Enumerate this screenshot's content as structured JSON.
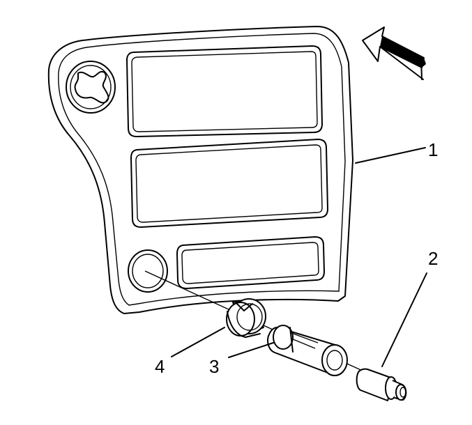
{
  "callouts": {
    "c1": "1",
    "c2": "2",
    "c3": "3",
    "c4": "4"
  },
  "icons": {
    "direction_arrow": "forward-direction-arrow-icon"
  },
  "colors": {
    "line": "#000000",
    "background": "#ffffff"
  }
}
